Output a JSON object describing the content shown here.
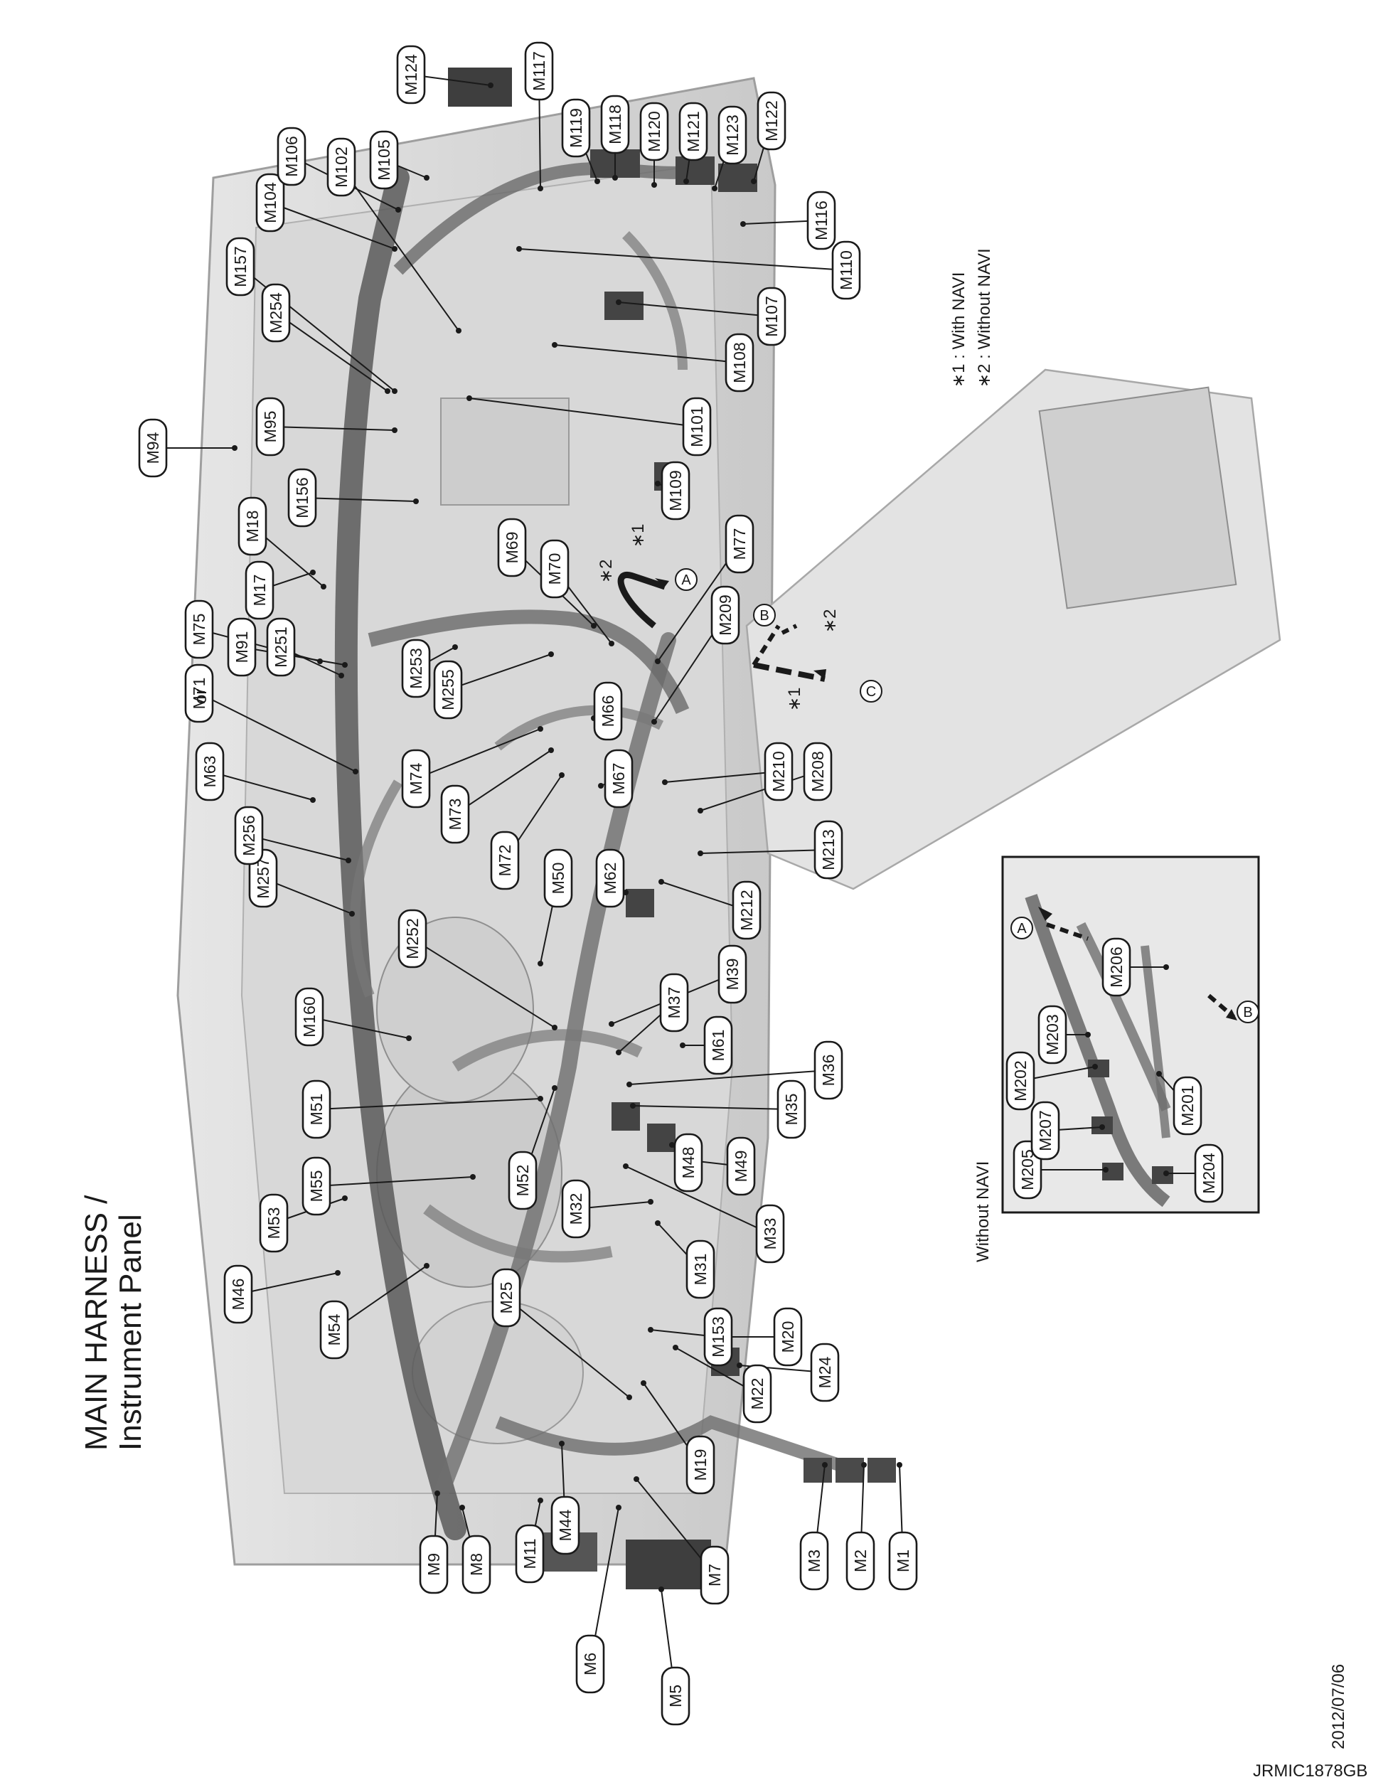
{
  "title_line1": "MAIN HARNESS /",
  "title_line2": "Instrument Panel",
  "date": "2012/07/06",
  "code": "JRMIC1878GB",
  "inset_label": "Without NAVI",
  "or_text": "or",
  "notes": {
    "with_navi": "∗1 : With NAVI",
    "without_navi": "∗2 : Without NAVI"
  },
  "markers": {
    "star1": "∗1",
    "star2": "∗2",
    "A": "A",
    "B": "B",
    "C": "C"
  },
  "connectors": [
    "M1",
    "M2",
    "M3",
    "M5",
    "M6",
    "M7",
    "M8",
    "M9",
    "M11",
    "M44",
    "M19",
    "M22",
    "M20",
    "M24",
    "M153",
    "M25",
    "M31",
    "M33",
    "M32",
    "M46",
    "M54",
    "M53",
    "M55",
    "M52",
    "M51",
    "M48",
    "M49",
    "M35",
    "M36",
    "M61",
    "M37",
    "M39",
    "M160",
    "M252",
    "M50",
    "M62",
    "M212",
    "M213",
    "M208",
    "M210",
    "M72",
    "M73",
    "M74",
    "M67",
    "M66",
    "M257",
    "M256",
    "M63",
    "M71",
    "M75",
    "M91",
    "M251",
    "M253",
    "M255",
    "M209",
    "M77",
    "M70",
    "M69",
    "M17",
    "M18",
    "M156",
    "M94",
    "M95",
    "M254",
    "M157",
    "M104",
    "M106",
    "M102",
    "M105",
    "M124",
    "M117",
    "M119",
    "M118",
    "M120",
    "M121",
    "M123",
    "M122",
    "M116",
    "M110",
    "M107",
    "M108",
    "M101",
    "M109",
    "M205",
    "M207",
    "M202",
    "M203",
    "M206",
    "M201",
    "M204"
  ]
}
